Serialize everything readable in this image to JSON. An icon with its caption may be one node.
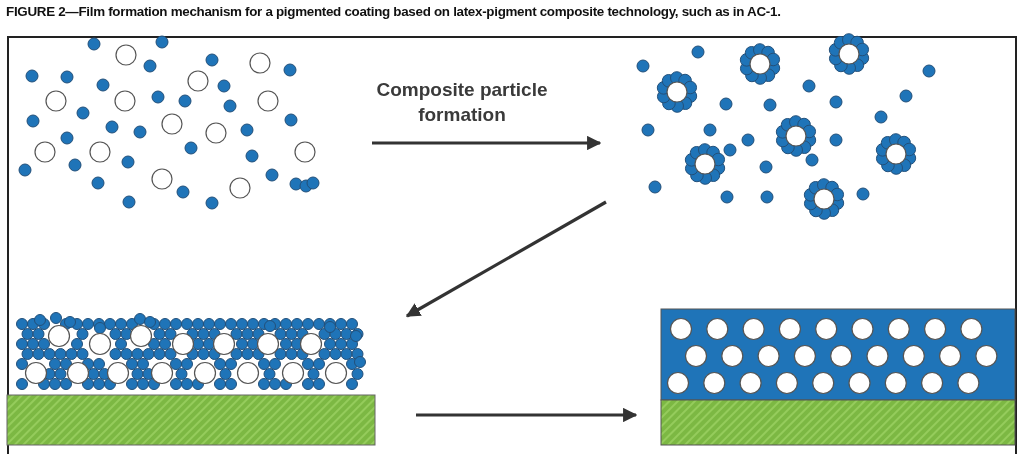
{
  "diagram": {
    "title": "FIGURE 2—Film formation mechanism for a pigmented coating based on latex-pigment composite technology, such as in AC-1.",
    "nodes": [
      {
        "text": [],
        "shape": "picture"
      },
      {
        "text": [],
        "shape": "picture"
      },
      {
        "text": [],
        "shape": "picture"
      },
      {
        "text": [],
        "shape": "picture"
      }
    ],
    "edges": [
      {
        "from": 0,
        "to": 1,
        "arrow": "to",
        "label": "Composite particle formation"
      },
      {
        "from": 1,
        "to": 2,
        "arrow": "to"
      },
      {
        "from": 2,
        "to": 3,
        "arrow": "to"
      }
    ]
  }
}
